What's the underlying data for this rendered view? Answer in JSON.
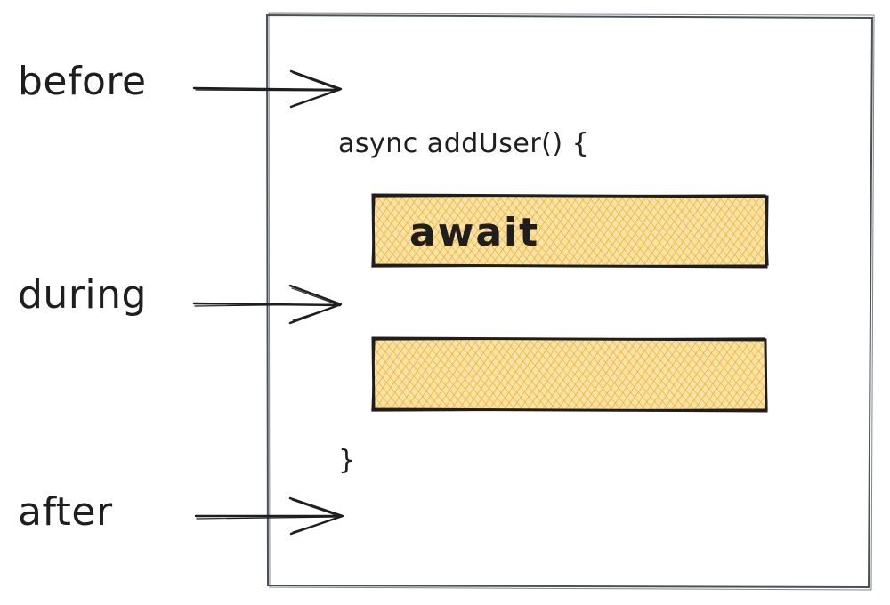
{
  "labels": {
    "before": "before",
    "during": "during",
    "after": "after"
  },
  "code": {
    "signature": "async addUser() {",
    "await_keyword": "await",
    "closing_brace": "}"
  },
  "colors": {
    "stroke": "#1e1e1e",
    "frame": "#495057",
    "highlight": "#f5b82e",
    "highlight_fill": "#fae3a6"
  }
}
